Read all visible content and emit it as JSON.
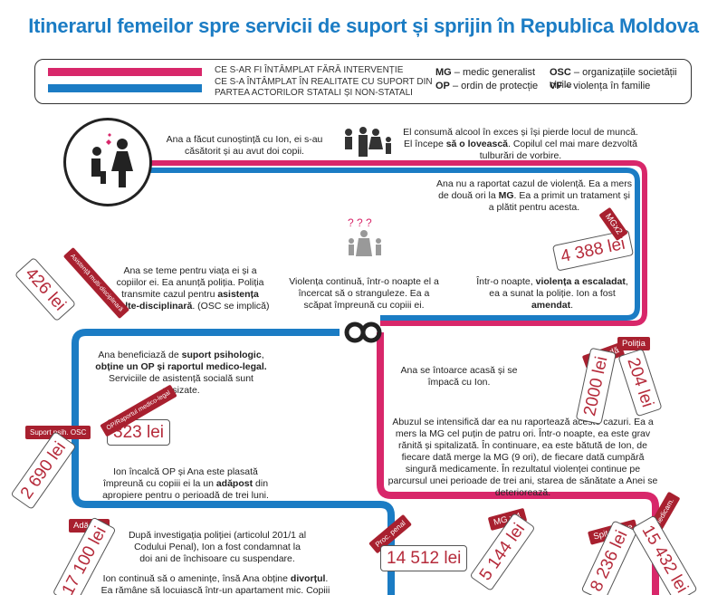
{
  "title": "Itinerarul femeilor spre servicii de suport și sprijin în Republica Moldova",
  "legend": {
    "pink_label": "CE S-AR FI ÎNTÂMPLAT FĂRĂ INTERVENȚIE",
    "blue_label_1": "CE S-A ÎNTÂMPLAT ÎN REALITATE CU SUPORT DIN",
    "blue_label_2": "PARTEA ACTORILOR STATALI ȘI NON-STATALI",
    "abbr": [
      {
        "key": "MG",
        "text": " – medic generalist"
      },
      {
        "key": "OP",
        "text": " – ordin de protecție"
      },
      {
        "key": "OSC",
        "text": " – organizațiile societății civile"
      },
      {
        "key": "VF",
        "text": " – violența în familie"
      }
    ],
    "pink_color": "#d8276a",
    "blue_color": "#1b7cc4"
  },
  "steps": {
    "s1": "Ana a făcut cunoștință cu Ion, ei s-au căsătorit și au avut doi copii.",
    "s2_a": "El consumă alcool în exces și își pierde locul de muncă. El începe ",
    "s2_b": "să o lovească",
    "s2_c": ". Copilul cel mai mare dezvoltă tulburări de vorbire.",
    "s3_a": "Ana nu a raportat cazul de violență. Ea a mers de două ori la ",
    "s3_b": "MG",
    "s3_c": ". Ea a primit un tratament și a plătit pentru acesta.",
    "s4_a": "Într-o noapte, ",
    "s4_b": "violența a escaladat",
    "s4_c": ", ea a sunat la poliție. Ion a fost ",
    "s4_d": "amendat",
    "s4_e": ".",
    "s5": "Violența continuă, într-o noapte el a încercat să o stranguleze. Ea a scăpat împreună cu copiii ei.",
    "s6_a": "Ana se teme pentru viața ei și a copiilor ei. Ea anunță poliția. Poliția transmite cazul pentru ",
    "s6_b": "asistența multe-disciplinară",
    "s6_c": ". (OSC se implică)",
    "s7_a": "Ana beneficiază de ",
    "s7_b": "suport psihologic",
    "s7_c": ", ",
    "s7_d": "obține un OP și raportul medico-legal.",
    "s7_e": " Serviciile de asistență socială sunt sesizate.",
    "s8": "Ana se întoarce acasă și se împacă cu Ion.",
    "s9": "Abuzul se intensifică dar ea nu raportează aceste cazuri. Ea a mers la MG cel puțin de patru ori. Într-o noapte, ea este grav rănită și spitalizată. În continuare, ea este bătută de Ion, de fiecare dată merge la MG (9 ori), de fiecare dată cumpără singură medicamente. În rezultatul violenței continue pe parcursul unei perioade de trei ani, starea de sănătate a Anei se deteriorează.",
    "s10_a": "Ion încalcă OP și Ana este plasată împreună cu copiii ei la un ",
    "s10_b": "adăpost",
    "s10_c": " din apropiere pentru o perioadă de trei luni.",
    "s11": "După investigația poliției (articolul 201/1 al Codului Penal), Ion a fost condamnat la doi ani de închisoare cu suspendare.",
    "s12_a": "Ion continuă să o amenințe, însă Ana obține ",
    "s12_b": "divorțul",
    "s12_c": ". Ea rămâne să locuiască într-un apartament mic. Copiii"
  },
  "tags": {
    "t_mg2": {
      "value": "4 388 lei",
      "label": "MGx2"
    },
    "t_426": {
      "value": "426 lei",
      "label": "Asistență multi-disciplinară"
    },
    "t_police": {
      "label": "Poliția"
    },
    "t_amenda": {
      "label": "Amendă"
    },
    "t_2000": {
      "value": "2000 lei"
    },
    "t_204": {
      "value": "204 lei"
    },
    "t_323": {
      "value": "323 lei",
      "label": "OP/Raportul medico-legal"
    },
    "t_2690": {
      "value": "2 690 lei",
      "label": "Suport psih. OSC"
    },
    "t_17100": {
      "value": "17 100 lei",
      "label": "Adăpost"
    },
    "t_14512": {
      "value": "14 512 lei",
      "label": "Proc. penal"
    },
    "t_5144": {
      "value": "5 144 lei",
      "label": "MG x 4"
    },
    "t_8236": {
      "value": "8 236 lei",
      "label": "Spitalizare"
    },
    "t_15432": {
      "value": "15 432 lei",
      "label": "MG Medicam."
    }
  }
}
